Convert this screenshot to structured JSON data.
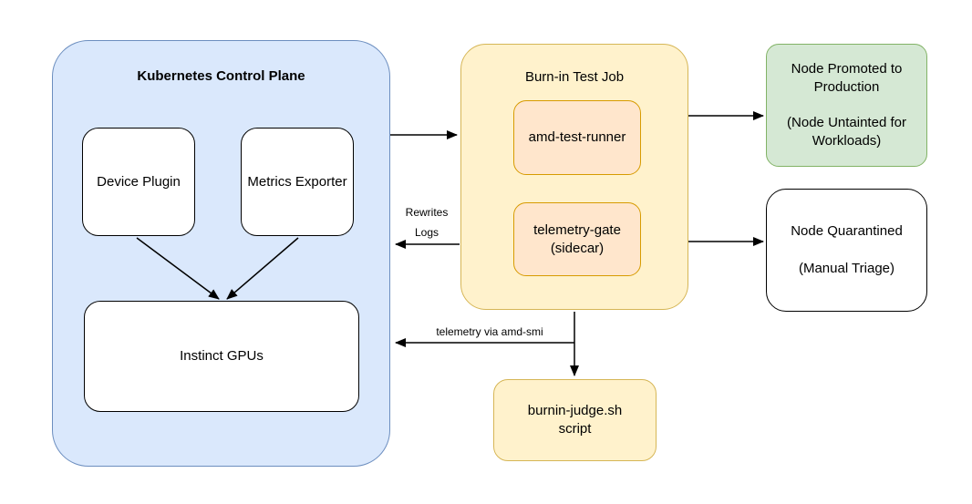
{
  "colors": {
    "cluster_blue_fill": "#dae8fc",
    "cluster_blue_stroke": "#6c8ebf",
    "cluster_yellow_fill": "#fff2cc",
    "cluster_yellow_stroke": "#d6b656",
    "node_orange_fill": "#ffe6cc",
    "node_orange_stroke": "#d79b00",
    "node_green_fill": "#d5e8d4",
    "node_green_stroke": "#82b366",
    "node_white_fill": "#ffffff",
    "edge_color": "#000000"
  },
  "clusters": {
    "kubernetes": {
      "title": "Kubernetes Control Plane"
    },
    "burnin": {
      "title": "Burn-in Test Job"
    }
  },
  "nodes": {
    "device_plugin": {
      "label": "Device Plugin"
    },
    "metrics_exporter": {
      "label": "Metrics Exporter"
    },
    "instinct_gpus": {
      "label": "Instinct GPUs"
    },
    "amd_test_runner": {
      "label": "amd-test-runner"
    },
    "telemetry_gate": {
      "line1": "telemetry-gate",
      "line2": "(sidecar)"
    },
    "node_promoted": {
      "line1": "Node Promoted to Production",
      "line2": "(Node Untainted for Workloads)"
    },
    "node_quarantined": {
      "line1": "Node Quarantined",
      "line2": "(Manual Triage)"
    },
    "burnin_judge": {
      "line1": "burnin-judge.sh",
      "line2": "script"
    }
  },
  "edge_labels": {
    "rewrites": {
      "line1": "Rewrites",
      "line2": "Logs"
    },
    "telemetry": {
      "label": "telemetry via amd-smi"
    }
  }
}
